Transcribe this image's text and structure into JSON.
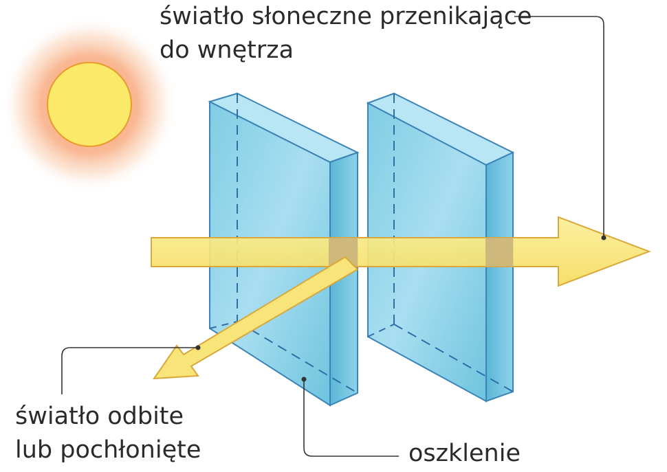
{
  "labels": {
    "transmitted_line1": "światło słoneczne przenikające",
    "transmitted_line2": "do wnętrza",
    "reflected_line1": "światło odbite",
    "reflected_line2": "lub pochłonięte",
    "glazing": "oszklenie"
  },
  "colors": {
    "sun_core": "#fbe96a",
    "sun_outline": "#e89b2c",
    "sun_glow": "#f7a070",
    "glass_face": "#8fd3e6",
    "glass_edge": "#4fa8c8",
    "glass_outline": "#3b83b8",
    "beam_fill": "#f9e77c",
    "beam_outline": "#d9a73a",
    "beam_overlap": "#c9b07a",
    "leader_line": "#333333"
  }
}
